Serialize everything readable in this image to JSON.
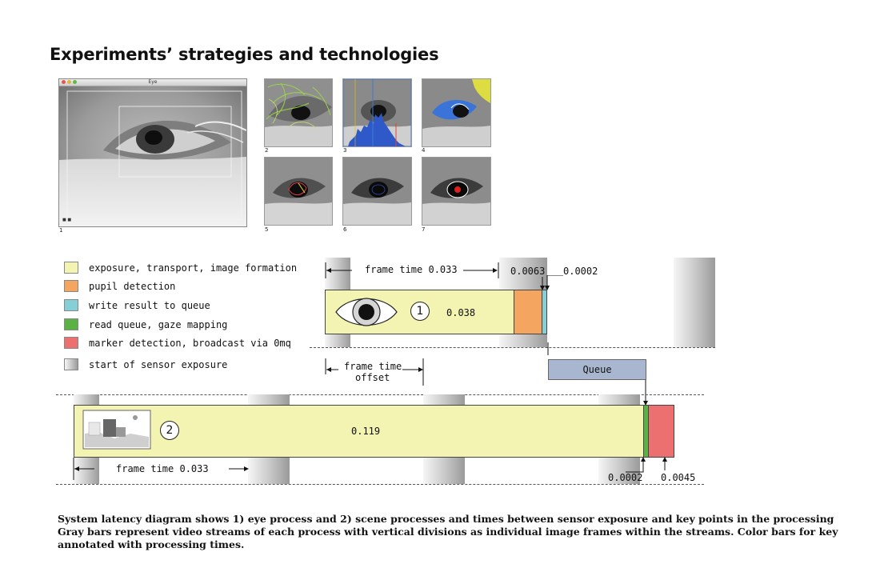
{
  "page": {
    "title": "Experiments’ strategies and technologies"
  },
  "window": {
    "title": "Eye"
  },
  "panels": [
    "1",
    "2",
    "3",
    "4",
    "5",
    "6",
    "7"
  ],
  "legend": [
    {
      "label": "exposure, transport, image formation",
      "color": "#f3f3b2"
    },
    {
      "label": "pupil detection",
      "color": "#f4a660"
    },
    {
      "label": "write result to queue",
      "color": "#85cfd6"
    },
    {
      "label": "read queue, gaze mapping",
      "color": "#5bb244"
    },
    {
      "label": "marker detection, broadcast via 0mq",
      "color": "#ec7070"
    },
    {
      "label": "start of sensor exposure",
      "color": "gradient-gray"
    }
  ],
  "eye_process": {
    "frame_time_label": "frame time 0.033",
    "process_number": "1",
    "main_value": "0.038",
    "pupil_value": "0.0063",
    "queue_write_value": "0.0002",
    "offset_label_line1": "frame time",
    "offset_label_line2": "offset"
  },
  "queue": {
    "label": "Queue",
    "color": "#a8b7cf"
  },
  "scene_process": {
    "process_number": "2",
    "main_value": "0.119",
    "frame_time_label": "frame time 0.033",
    "gaze_value": "0.0002",
    "marker_value": "0.0045"
  },
  "caption": {
    "line1": "System latency diagram shows 1) eye process and 2) scene processes and times between sensor exposure and key points in the processing",
    "line2": "Gray bars represent video streams of each process with vertical divisions as individual image frames within the streams. Color bars for key",
    "line3": "annotated with processing times."
  },
  "icons": {
    "eye": "eye-icon",
    "scene": "scene-icon",
    "close": "close-dot-icon",
    "minimize": "minimize-dot-icon",
    "zoom": "zoom-dot-icon"
  }
}
